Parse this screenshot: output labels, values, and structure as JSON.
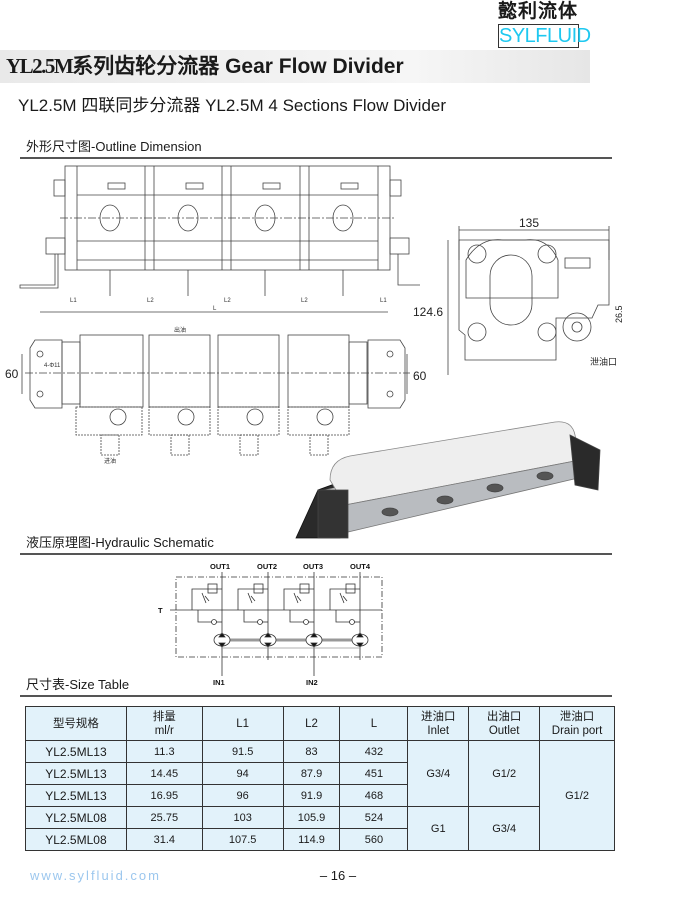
{
  "brand": {
    "cn": "懿利流体",
    "en": "SYLFLUID"
  },
  "title": {
    "model": "YL2.5M",
    "cn": "系列齿轮分流器",
    "en": "Gear Flow Divider"
  },
  "subtitle": {
    "model1": "YL2.5M",
    "cn": "四联同步分流器",
    "model2": "YL2.5M",
    "en": "4 Sections Flow Divider"
  },
  "sections": {
    "outline": "外形尺寸图-Outline Dimension",
    "schematic": "液压原理图-Hydraulic Schematic",
    "size_table": "尺寸表-Size Table"
  },
  "drawing": {
    "dim_labels": [
      "L1",
      "L2",
      "L2",
      "L2",
      "L1"
    ],
    "total": "L",
    "width_left": "60",
    "width_right": "60",
    "width_side": "135",
    "height_side": "124.6",
    "drain_offset": "26.5",
    "drain_label": "泄油口",
    "hole_label": "4-Φ11",
    "outlet_small": "出油",
    "inlet_small": "进油"
  },
  "schematic": {
    "outlets": [
      "OUT1",
      "OUT2",
      "OUT3",
      "OUT4"
    ],
    "inlets": [
      "IN1",
      "IN2"
    ],
    "tank": "T"
  },
  "table": {
    "headers": [
      {
        "cn": "型号规格",
        "en": ""
      },
      {
        "cn": "排量",
        "en": "ml/r"
      },
      {
        "cn": "L1",
        "en": ""
      },
      {
        "cn": "L2",
        "en": ""
      },
      {
        "cn": "L",
        "en": ""
      },
      {
        "cn": "进油口",
        "en": "Inlet"
      },
      {
        "cn": "出油口",
        "en": "Outlet"
      },
      {
        "cn": "泄油口",
        "en": "Drain port"
      }
    ],
    "rows": [
      {
        "model": "YL2.5ML13",
        "disp": "11.3",
        "l1": "91.5",
        "l2": "83",
        "l": "432"
      },
      {
        "model": "YL2.5ML13",
        "disp": "14.45",
        "l1": "94",
        "l2": "87.9",
        "l": "451"
      },
      {
        "model": "YL2.5ML13",
        "disp": "16.95",
        "l1": "96",
        "l2": "91.9",
        "l": "468"
      },
      {
        "model": "YL2.5ML08",
        "disp": "25.75",
        "l1": "103",
        "l2": "105.9",
        "l": "524"
      },
      {
        "model": "YL2.5ML08",
        "disp": "31.4",
        "l1": "107.5",
        "l2": "114.9",
        "l": "560"
      }
    ],
    "inlet_groups": [
      "G3/4",
      "G1"
    ],
    "outlet_groups": [
      "G1/2",
      "G3/4"
    ],
    "drain": "G1/2"
  },
  "page_number": "– 16 –",
  "watermark": "www.sylfluid.com"
}
